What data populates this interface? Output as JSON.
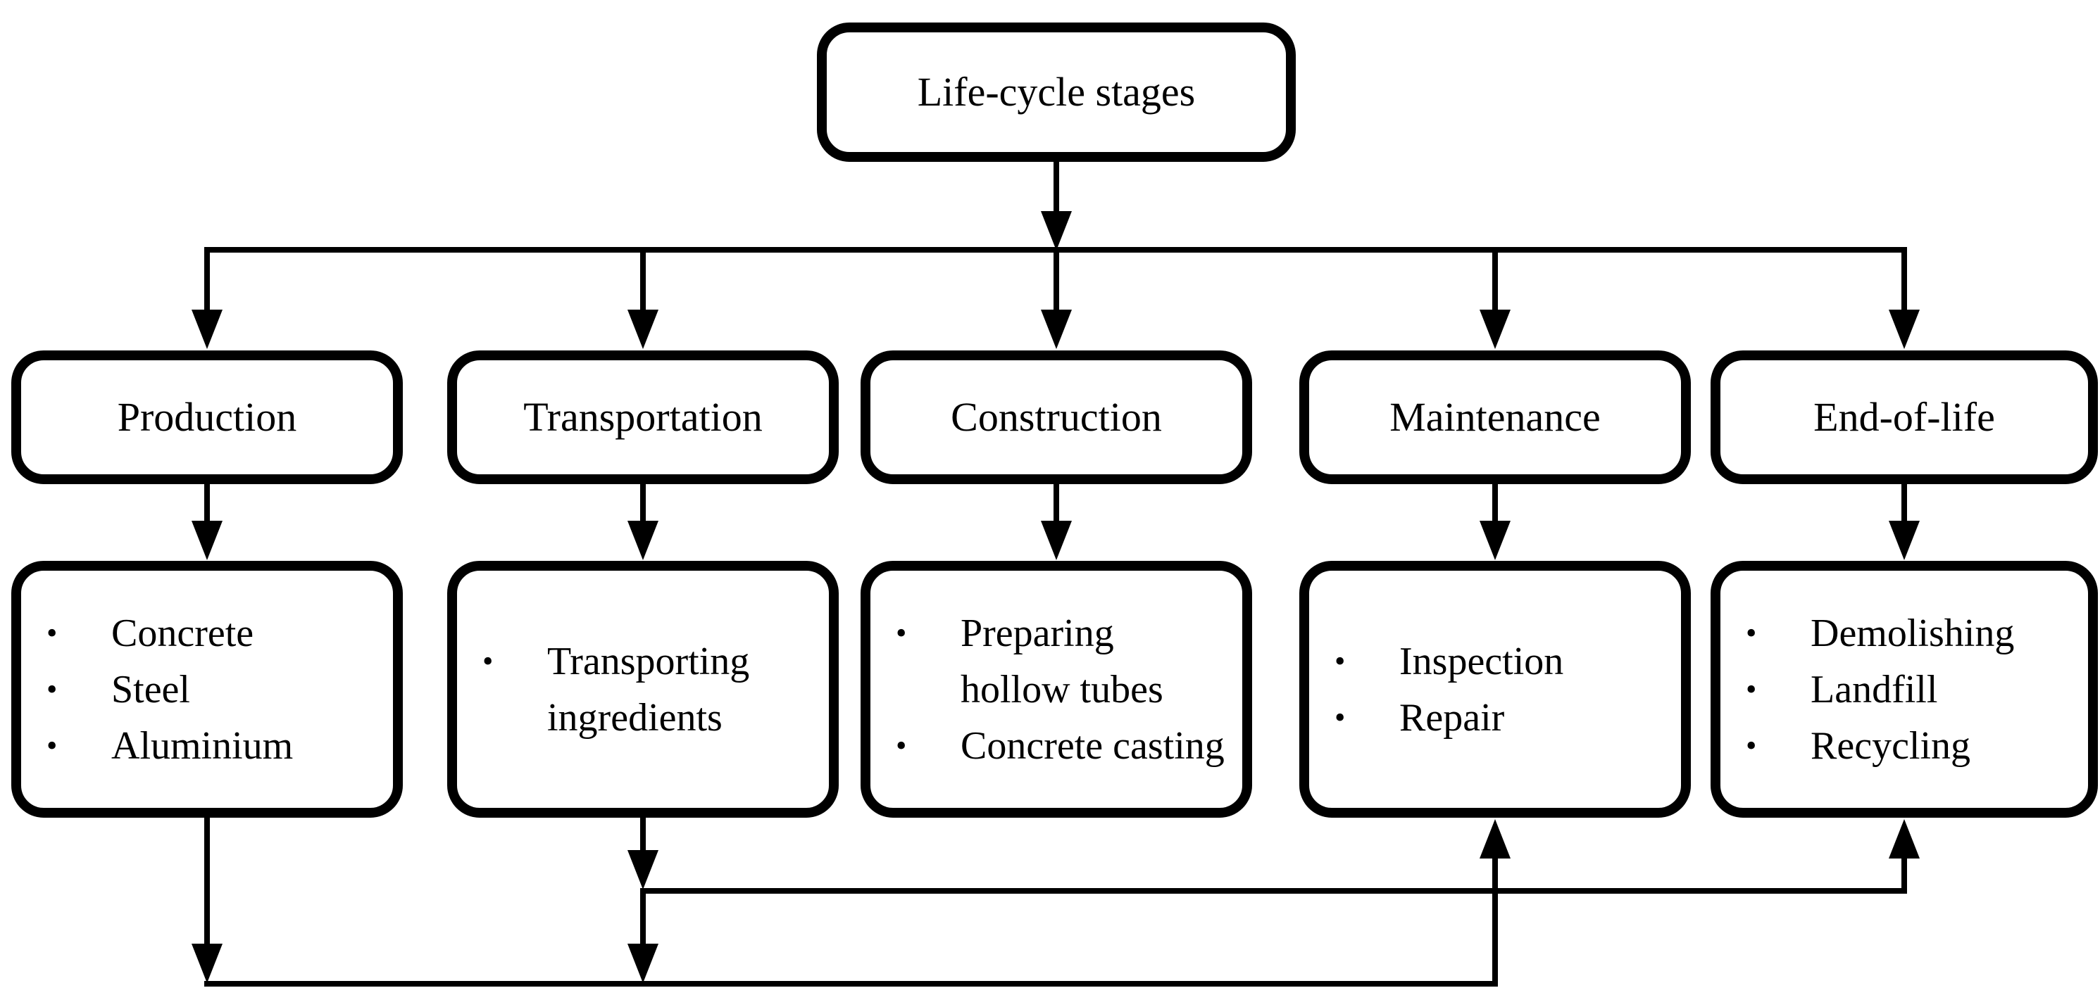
{
  "diagram": {
    "root": {
      "label": "Life-cycle stages"
    },
    "bullet": "•",
    "stages": [
      {
        "label": "Production",
        "items": [
          "Concrete",
          "Steel",
          "Aluminium"
        ]
      },
      {
        "label": "Transportation",
        "items": [
          "Transporting ingredients"
        ]
      },
      {
        "label": "Construction",
        "items": [
          "Preparing hollow tubes",
          "Concrete casting"
        ]
      },
      {
        "label": "Maintenance",
        "items": [
          "Inspection",
          "Repair"
        ]
      },
      {
        "label": "End-of-life",
        "items": [
          "Demolishing",
          "Landfill",
          "Recycling"
        ]
      }
    ],
    "connections": [
      {
        "from": "life-cycle-stages",
        "to": "production"
      },
      {
        "from": "life-cycle-stages",
        "to": "transportation"
      },
      {
        "from": "life-cycle-stages",
        "to": "construction"
      },
      {
        "from": "life-cycle-stages",
        "to": "maintenance"
      },
      {
        "from": "life-cycle-stages",
        "to": "end-of-life"
      },
      {
        "from": "production",
        "to": "production-details"
      },
      {
        "from": "transportation",
        "to": "transportation-details"
      },
      {
        "from": "construction",
        "to": "construction-details"
      },
      {
        "from": "maintenance",
        "to": "maintenance-details"
      },
      {
        "from": "end-of-life",
        "to": "end-of-life-details"
      },
      {
        "from": "production-details",
        "to": "maintenance-details"
      },
      {
        "from": "transportation-details",
        "to": "maintenance-details"
      },
      {
        "from": "transportation-details",
        "to": "end-of-life-details"
      }
    ],
    "colors": {
      "background": "#ffffff",
      "box_fill": "#ffffff",
      "box_border": "#000000",
      "line": "#000000",
      "text": "#000000"
    }
  }
}
